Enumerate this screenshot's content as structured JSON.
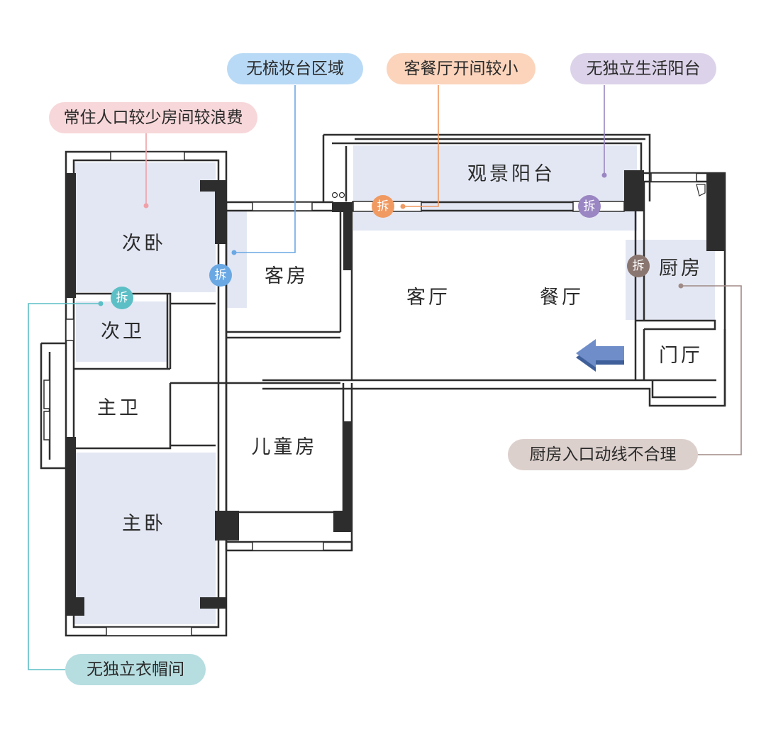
{
  "colors": {
    "wall": "#2d2d2d",
    "highlight": "#e3e7f3",
    "pink": "#f7d7d9",
    "blue": "#b9daf6",
    "orange": "#fbd4bb",
    "purple": "#dcd3ea",
    "teal": "#b6dde0",
    "taupe": "#dcd0cc",
    "arrow": "#6f8dc9"
  },
  "rooms": {
    "second_bedroom": "次卧",
    "second_bath": "次卫",
    "main_bath": "主卫",
    "master_bedroom": "主卧",
    "guest_room": "客房",
    "kids_room": "儿童房",
    "living_room": "客厅",
    "dining_room": "餐厅",
    "view_balcony": "观景阳台",
    "kitchen": "厨房",
    "foyer": "门厅"
  },
  "callouts": {
    "few_residents": "常住人口较少房间较浪费",
    "no_vanity": "无梳妆台区域",
    "small_living": "客餐厅开间较小",
    "no_utility_balcony": "无独立生活阳台",
    "kitchen_circulation": "厨房入口动线不合理",
    "no_wardrobe": "无独立衣帽间"
  },
  "badges": {
    "demolish": "拆"
  }
}
